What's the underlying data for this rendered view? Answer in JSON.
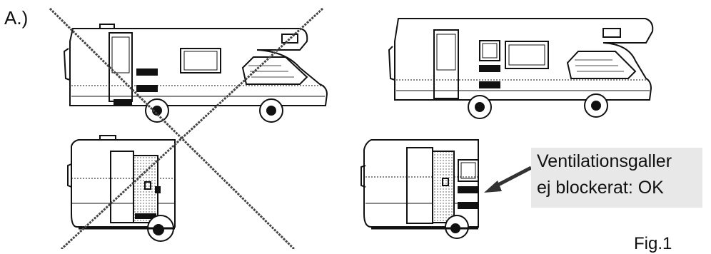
{
  "figure": {
    "label": "A.)",
    "caption": "Fig.1"
  },
  "note": {
    "line1": "Ventilationsgaller",
    "line2": "ej blockerat: OK"
  }
}
